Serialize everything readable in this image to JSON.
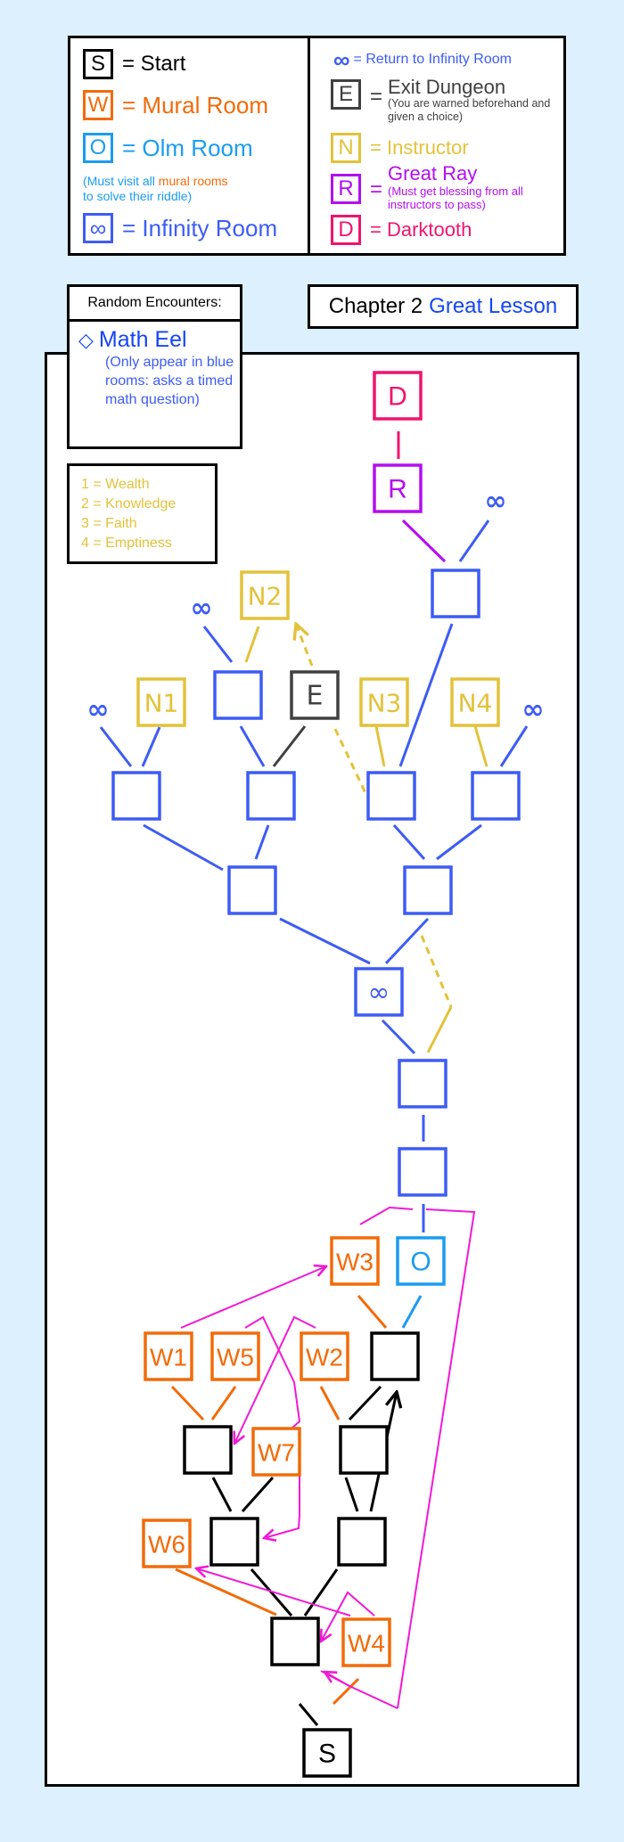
{
  "colors": {
    "start": "#000000",
    "mural": "#f26b0a",
    "olm": "#1a9cf0",
    "infinity": "#3d5cf5",
    "exit": "#404040",
    "instructor": "#e3c23a",
    "ray": "#b40ef0",
    "darktooth": "#f0146e",
    "arrow": "#f019d6",
    "eel": "#1446f5"
  },
  "legend_left": {
    "start": {
      "key": "S",
      "label": "= Start"
    },
    "mural": {
      "key": "W",
      "label": "= Mural Room"
    },
    "olm": {
      "key": "O",
      "label": "= Olm Room"
    },
    "olm_note_pre": "(Must visit all ",
    "olm_note_highlight": "mural rooms",
    "olm_note_post": "to solve their riddle)",
    "infinity": {
      "key": "∞",
      "label": "= Infinity Room"
    }
  },
  "legend_right": {
    "return": {
      "symbol": "∞",
      "label": "= Return to Infinity Room"
    },
    "exit": {
      "key": "E",
      "eq": "=",
      "label": "Exit Dungeon",
      "note": "(You are warned beforehand and given a choice)"
    },
    "instructor": {
      "key": "N",
      "label": "= Instructor"
    },
    "ray": {
      "key": "R",
      "eq": "=",
      "label": "Great Ray",
      "note": "(Must get blessing from all instructors to pass)"
    },
    "darktooth": {
      "key": "D",
      "label": "= Darktooth"
    }
  },
  "encounters": {
    "title": "Random Encounters:",
    "symbol": "◇",
    "name": "Math Eel",
    "note": "(Only appear in blue rooms: asks a timed math question)"
  },
  "chapter": {
    "prefix": "Chapter 2",
    "title": "Great Lesson"
  },
  "instructor_key": [
    "1 = Wealth",
    "2 = Knowledge",
    "3 = Faith",
    "4 = Emptiness"
  ],
  "map": {
    "nodes": [
      {
        "id": "D",
        "label": "D",
        "type": "darktooth"
      },
      {
        "id": "R",
        "label": "R",
        "type": "ray"
      },
      {
        "id": "N1",
        "label": "N1",
        "type": "instructor"
      },
      {
        "id": "N2",
        "label": "N2",
        "type": "instructor"
      },
      {
        "id": "N3",
        "label": "N3",
        "type": "instructor"
      },
      {
        "id": "N4",
        "label": "N4",
        "type": "instructor"
      },
      {
        "id": "E",
        "label": "E",
        "type": "exit"
      },
      {
        "id": "INF",
        "label": "∞",
        "type": "infinity"
      },
      {
        "id": "O",
        "label": "O",
        "type": "olm"
      },
      {
        "id": "W1",
        "label": "W1",
        "type": "mural"
      },
      {
        "id": "W2",
        "label": "W2",
        "type": "mural"
      },
      {
        "id": "W3",
        "label": "W3",
        "type": "mural"
      },
      {
        "id": "W4",
        "label": "W4",
        "type": "mural"
      },
      {
        "id": "W5",
        "label": "W5",
        "type": "mural"
      },
      {
        "id": "W6",
        "label": "W6",
        "type": "mural"
      },
      {
        "id": "W7",
        "label": "W7",
        "type": "mural"
      },
      {
        "id": "S",
        "label": "S",
        "type": "start"
      }
    ],
    "return_symbol": "∞"
  }
}
